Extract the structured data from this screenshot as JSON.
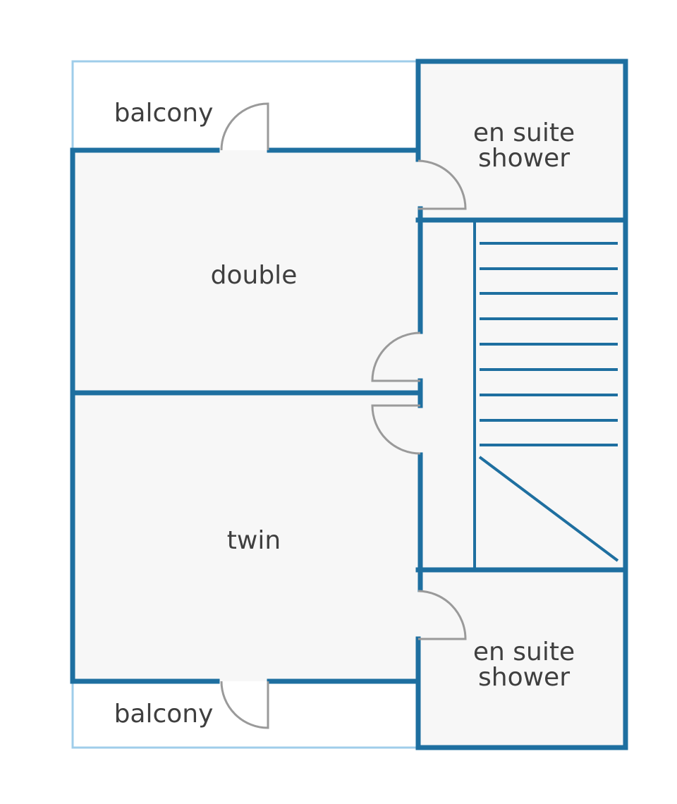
{
  "rooms": {
    "balcony_top": "balcony",
    "ensuite_top": [
      "en suite",
      "shower"
    ],
    "double": "double",
    "twin": "twin",
    "ensuite_bottom": [
      "en suite",
      "shower"
    ],
    "balcony_bottom": "balcony"
  },
  "colors": {
    "wall": "#1e6fa0",
    "balcony_rail": "#9fcdea",
    "floor": "#f7f7f7",
    "door": "#9a9a9a",
    "label": "#3f3f3f"
  }
}
